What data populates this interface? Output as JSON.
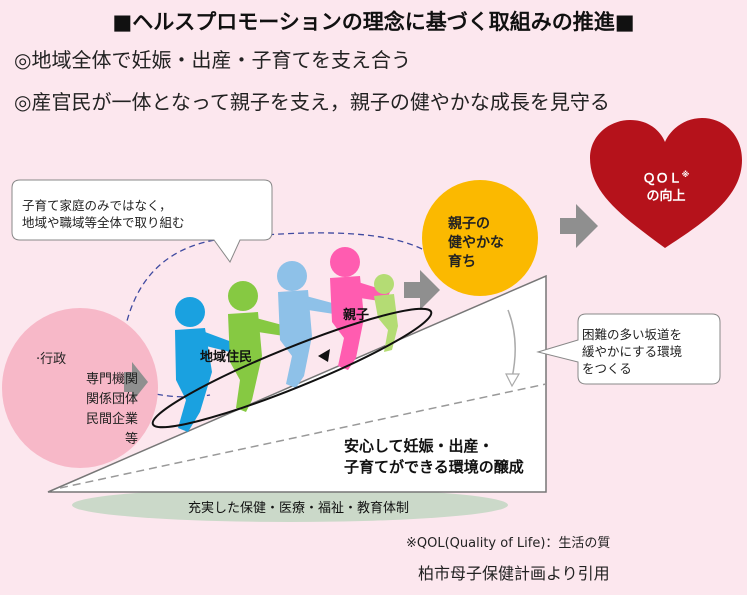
{
  "title": "■ヘルスプロモーションの理念に基づく取組みの推進■",
  "principles": [
    "◎地域全体で妊娠・出産・子育てを支え合う",
    "◎産官民が一体となって親子を支え，親子の健やかな成長を見守る"
  ],
  "callout_top": [
    "子育て家庭のみではなく，",
    "地域や職域等全体で取り組む"
  ],
  "callout_right": [
    "困難の多い坂道を",
    "緩やかにする環境",
    "をつくる"
  ],
  "supporters": [
    "·行政",
    "専門機関",
    "関係団体",
    "民間企業",
    "等"
  ],
  "community_label": "地域住民",
  "parent_child_label": "親子",
  "growth": [
    "親子の",
    "健やかな",
    "育ち"
  ],
  "qol": {
    "label": "ＱＯＬ",
    "mark": "※",
    "sub": "の向上"
  },
  "environment": [
    "安心して妊娠・出産・",
    "子育てができる環境の醸成"
  ],
  "base_systems": "充実した保健・医療・福祉・教育体制",
  "footnote": "※QOL(Quality of Life)：生活の質",
  "source": "柏市母子保健計画より引用",
  "colors": {
    "background": "#fce7ee",
    "pink_circle": "#f7b8c8",
    "yellow_circle": "#fbb900",
    "heart": "#b5121b",
    "person_blue": "#1aa1e0",
    "person_green": "#86c942",
    "person_lightblue": "#8ec1e8",
    "person_pink": "#ff5cb0",
    "person_lightgreen": "#b4dc74",
    "arrow_gray": "#8f8f8f"
  }
}
